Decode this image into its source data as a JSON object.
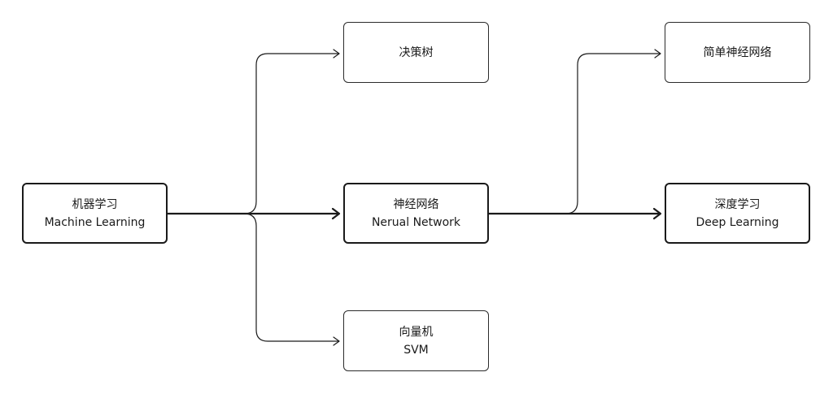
{
  "diagram": {
    "nodes": {
      "machine_learning": {
        "line1": "机器学习",
        "line2": "Machine Learning"
      },
      "decision_tree": {
        "line1": "决策树"
      },
      "neural_network": {
        "line1": "神经网络",
        "line2": "Nerual Network"
      },
      "svm": {
        "line1": "向量机",
        "line2": "SVM"
      },
      "simple_nn": {
        "line1": "简单神经网络"
      },
      "deep_learning": {
        "line1": "深度学习",
        "line2": "Deep Learning"
      }
    },
    "edges": [
      {
        "from": "machine_learning",
        "to": "decision_tree"
      },
      {
        "from": "machine_learning",
        "to": "neural_network"
      },
      {
        "from": "machine_learning",
        "to": "svm"
      },
      {
        "from": "neural_network",
        "to": "simple_nn"
      },
      {
        "from": "neural_network",
        "to": "deep_learning"
      }
    ],
    "colors": {
      "stroke": "#1a1a1a",
      "background": "#ffffff"
    }
  }
}
